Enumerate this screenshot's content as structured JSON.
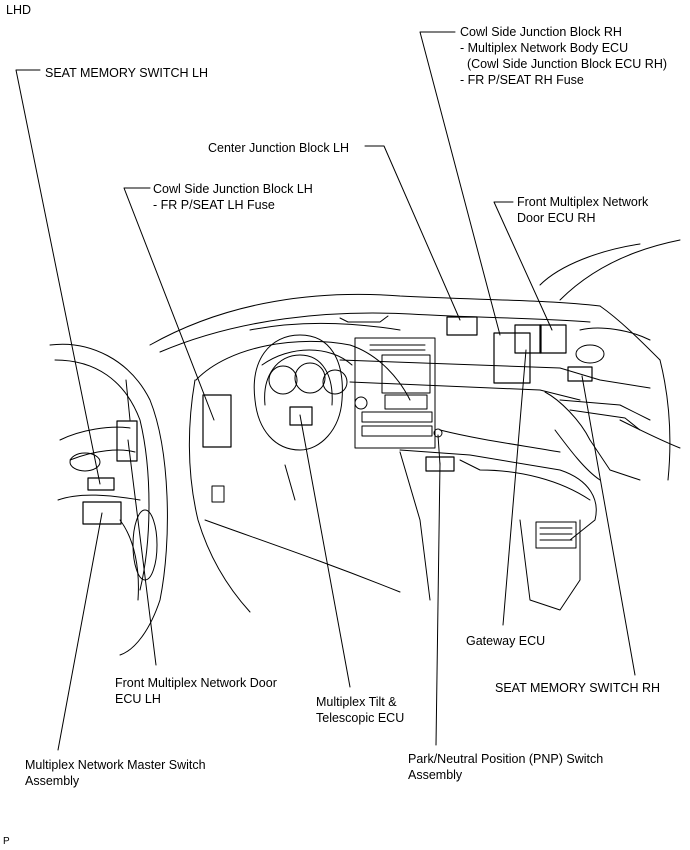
{
  "header": {
    "drive_side": "LHD"
  },
  "footer": {
    "code": "P"
  },
  "labels": {
    "cowl_rh": "Cowl Side Junction Block RH\n- Multiplex Network Body ECU\n  (Cowl Side Junction Block ECU RH)\n- FR P/SEAT RH Fuse",
    "seat_memory_lh": "SEAT MEMORY SWITCH LH",
    "center_jb_lh": "Center Junction Block LH",
    "cowl_lh": "Cowl Side Junction Block LH\n- FR P/SEAT LH Fuse",
    "front_door_ecu_rh": "Front Multiplex Network\nDoor ECU RH",
    "gateway_ecu": "Gateway ECU",
    "seat_memory_rh": "SEAT MEMORY SWITCH RH",
    "front_door_ecu_lh": "Front Multiplex Network Door\nECU LH",
    "tilt_telescopic_ecu": "Multiplex Tilt &\nTelescopic ECU",
    "master_switch": "Multiplex Network Master Switch\nAssembly",
    "pnp_switch": "Park/Neutral Position (PNP) Switch\nAssembly"
  }
}
